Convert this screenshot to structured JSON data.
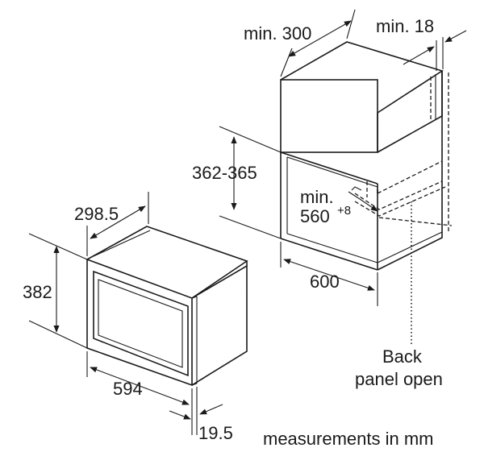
{
  "labels": {
    "cab_depth": "min. 300",
    "cab_gap": "min. 18",
    "opening_height": "362-365",
    "opening_depth_main": "min.",
    "opening_depth_value": "560",
    "opening_depth_tol": "+8",
    "opening_width": "600",
    "oven_depth": "298.5",
    "oven_height": "382",
    "oven_width": "594",
    "front_offset": "19.5",
    "back_panel_line1": "Back",
    "back_panel_line2": "panel open",
    "units_note": "measurements in mm"
  }
}
